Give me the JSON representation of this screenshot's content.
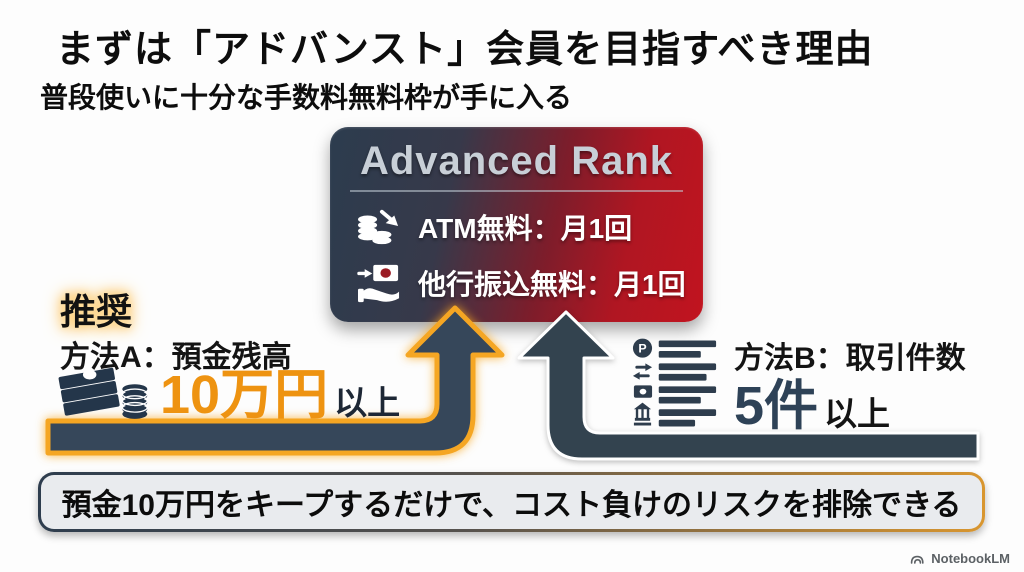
{
  "title": "まずは「アドバンスト」会員を目指すべき理由",
  "subtitle": "普段使いに十分な手数料無料枠が手に入る",
  "card": {
    "title": "Advanced Rank",
    "benefits": [
      {
        "icon": "atm-withdraw-icon",
        "label": "ATM無料：月1回"
      },
      {
        "icon": "bank-transfer-icon",
        "label": "他行振込無料：月1回"
      }
    ]
  },
  "method_a": {
    "badge": "推奨",
    "title": "方法A：預金残高",
    "value": "10万円",
    "suffix": "以上"
  },
  "method_b": {
    "title": "方法B：取引件数",
    "value": "5件",
    "suffix": "以上"
  },
  "footer_banner": "預金10万円をキープするだけで、コスト負けのリスクを排除できる",
  "watermark": "NotebookLM",
  "colors": {
    "card_gradient_left": "#2c3c4e",
    "card_gradient_right": "#c1141f",
    "accent_orange": "#ee9311",
    "navy": "#2e4257",
    "arrow_fill": "#36475a",
    "arrow_outline_orange": "#f5a623",
    "banner_bg": "#e9ebee"
  }
}
